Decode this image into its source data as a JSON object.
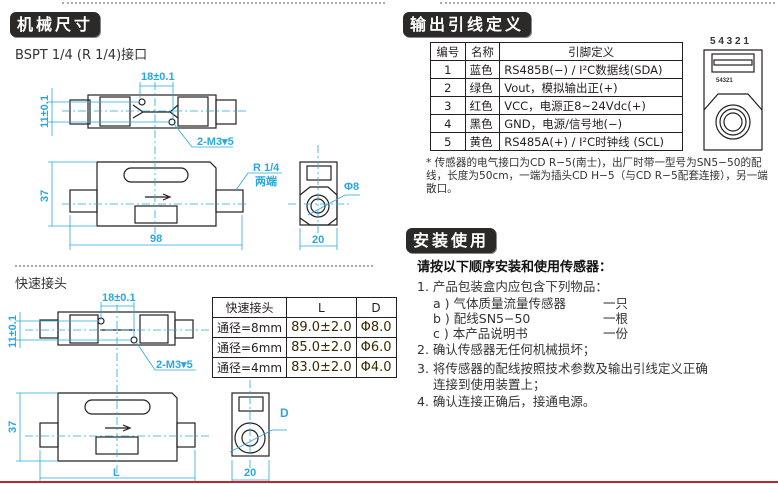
{
  "left": {
    "section_title": "机械尺寸",
    "bspt_label": "BSPT 1/4 (R 1/4)接口",
    "dims1": {
      "pitch": "18±0.1",
      "height": "11±0.1",
      "screw": "2-M3▾5",
      "thread": "R 1/4",
      "thread_note": "两端",
      "diameter": "Φ8",
      "height_side": "37",
      "length": "98",
      "width": "20"
    },
    "quick_label": "快速接头",
    "quick_table": {
      "headers": [
        "快速接头",
        "L",
        "D"
      ],
      "rows": [
        [
          "通径=8mm",
          "89.0±2.0",
          "Φ8.0"
        ],
        [
          "通径=6mm",
          "85.0±2.0",
          "Φ6.0"
        ],
        [
          "通径=4mm",
          "83.0±2.0",
          "Φ4.0"
        ]
      ]
    },
    "dims2": {
      "pitch": "18±0.1",
      "height": "11±0.1",
      "screw": "2-M3▾5",
      "diameter": "D",
      "height_side": "37",
      "length": "L",
      "width": "20"
    }
  },
  "right": {
    "section_title": "输出引线定义",
    "pin_table": {
      "headers": [
        "编号",
        "名称",
        "引脚定义"
      ],
      "rows": [
        [
          "1",
          "蓝色",
          "RS485B(−) / I²C数据线(SDA)"
        ],
        [
          "2",
          "绿色",
          "Vout，模拟输出正(+)"
        ],
        [
          "3",
          "红色",
          "VCC，电源正8~24Vdc(+)"
        ],
        [
          "4",
          "黑色",
          "GND，电源/信号地(−)"
        ],
        [
          "5",
          "黄色",
          "RS485A(+) / I²C时钟线 (SCL)"
        ]
      ]
    },
    "connector_pins": "5 4 3 2 1",
    "connector_pins_small": "54321",
    "note": "* 传感器的电气接口为CD R−5(南士)，出厂时带一型号为SN5−50的配线，长度为50cm，一端为插头CD H−5（与CD R−5配套连接），另一端散口。",
    "install_title": "安装使用",
    "install_intro": "请按以下顺序安装和使用传感器：",
    "steps": [
      "1. 产品包装盒内应包含下列物品：",
      "a ) 气体质量流量传感器",
      "一只",
      "b ) 配线SN5−50",
      "一根",
      "c ) 本产品说明书",
      "一份",
      "2. 确认传感器无任何机械损坏；",
      "3. 将传感器的配线按照技术参数及输出引线定义正确",
      "连接到使用装置上；",
      "4. 确认连接正确后，接通电源。"
    ]
  },
  "colors": {
    "dimension": "#29a8e0",
    "badge": "#2b2a29",
    "bottom_rule": "#c0272d"
  }
}
